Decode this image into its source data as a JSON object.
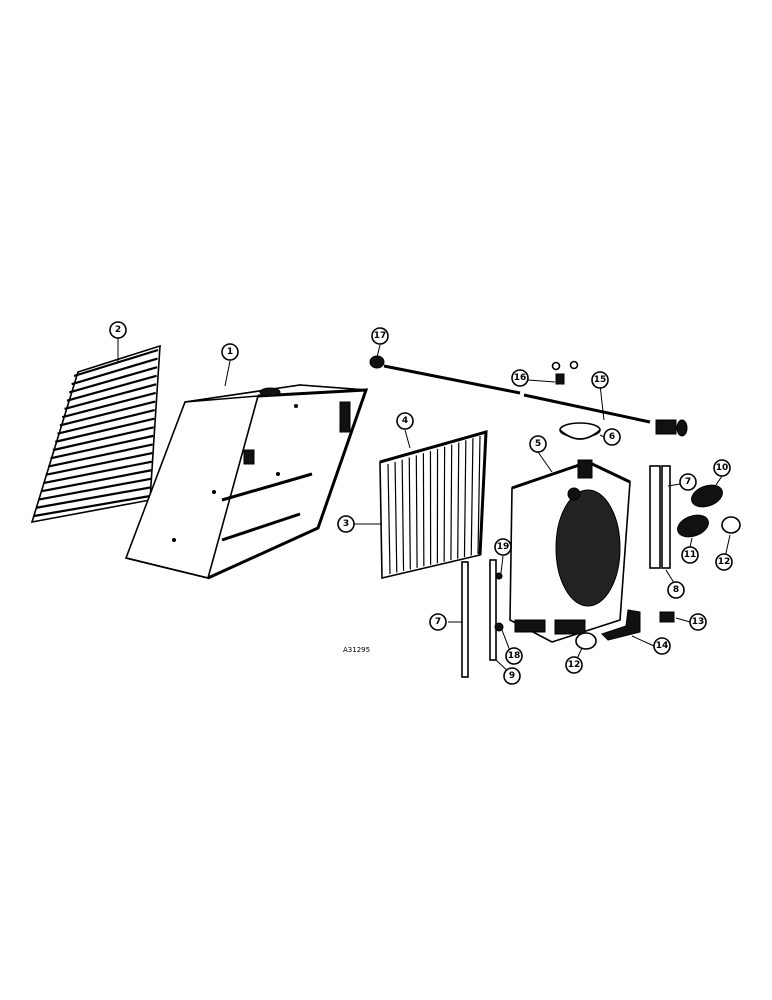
{
  "figure": {
    "reference_code": "A31295"
  },
  "callouts": [
    {
      "id": "c1",
      "label": "1"
    },
    {
      "id": "c2",
      "label": "2"
    },
    {
      "id": "c3",
      "label": "3"
    },
    {
      "id": "c4",
      "label": "4"
    },
    {
      "id": "c5",
      "label": "5"
    },
    {
      "id": "c6",
      "label": "6"
    },
    {
      "id": "c7a",
      "label": "7"
    },
    {
      "id": "c7b",
      "label": "7"
    },
    {
      "id": "c8",
      "label": "8"
    },
    {
      "id": "c9",
      "label": "9"
    },
    {
      "id": "c10",
      "label": "10"
    },
    {
      "id": "c11",
      "label": "11"
    },
    {
      "id": "c12a",
      "label": "12"
    },
    {
      "id": "c12b",
      "label": "12"
    },
    {
      "id": "c13",
      "label": "13"
    },
    {
      "id": "c14",
      "label": "14"
    },
    {
      "id": "c15",
      "label": "15"
    },
    {
      "id": "c16",
      "label": "16"
    },
    {
      "id": "c17",
      "label": "17"
    },
    {
      "id": "c18",
      "label": "18"
    },
    {
      "id": "c19",
      "label": "19"
    }
  ]
}
